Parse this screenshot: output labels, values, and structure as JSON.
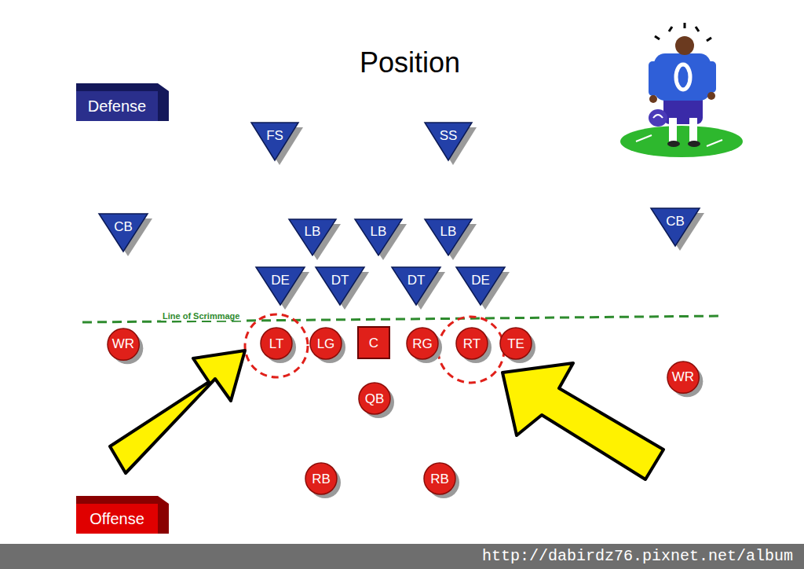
{
  "diagram": {
    "title": "Position",
    "nodes": [
      {
        "text": [
          "Defense"
        ]
      },
      {
        "text": [
          "FS"
        ]
      },
      {
        "text": [
          "SS"
        ]
      },
      {
        "text": [
          "CB"
        ]
      },
      {
        "text": [
          "LB"
        ]
      },
      {
        "text": [
          "LB"
        ]
      },
      {
        "text": [
          "LB"
        ]
      },
      {
        "text": [
          "CB"
        ]
      },
      {
        "text": [
          "DE"
        ]
      },
      {
        "text": [
          "DT"
        ]
      },
      {
        "text": [
          "DT"
        ]
      },
      {
        "text": [
          "DE"
        ]
      },
      {
        "text": [
          "WR"
        ]
      },
      {
        "text": [
          "LT"
        ]
      },
      {
        "text": [
          "LG"
        ]
      },
      {
        "text": [
          "C"
        ]
      },
      {
        "text": [
          "RG"
        ]
      },
      {
        "text": [
          "RT"
        ]
      },
      {
        "text": [
          "TE"
        ]
      },
      {
        "text": [
          "WR"
        ]
      },
      {
        "text": [
          "QB"
        ]
      },
      {
        "text": [
          "RB"
        ]
      },
      {
        "text": [
          "RB"
        ]
      },
      {
        "text": [
          "Offense"
        ]
      }
    ],
    "labels": [
      "Line of Scrimmage",
      "http://dabirdz76.pixnet.net/album"
    ]
  }
}
